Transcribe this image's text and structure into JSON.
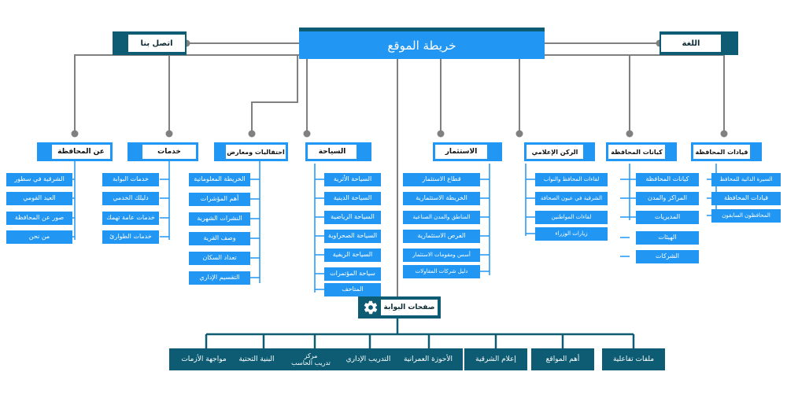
{
  "title": {
    "label": "خريطة الموقع"
  },
  "corner": {
    "contact": {
      "label": "اتصل بنا"
    },
    "language": {
      "label": "اللغة"
    }
  },
  "sections": [
    {
      "id": "about",
      "label": "عن المحافظة",
      "items": [
        "الشرقية في سطور",
        "العيد القومي",
        "صور عن المحافظة",
        "من نحن"
      ]
    },
    {
      "id": "services",
      "label": "خدمات",
      "items": [
        "خدمات البوابة",
        "دليلك الخدمي",
        "خدمات عامة تهمك",
        "خدمات الطوارئ"
      ]
    },
    {
      "id": "events",
      "label": "احتفاليات ومعارض",
      "items": [
        "الخريطة المعلوماتية",
        "أهم المؤشرات",
        "النشرات الشهرية",
        "وصف القرية",
        "تعداد السكان",
        "التقسيم الإداري"
      ]
    },
    {
      "id": "tourism",
      "label": "السياحة",
      "items": [
        "السياحة الأثرية",
        "السياحة الدينية",
        "السياحة الرياضية",
        "السياحة الصحراوية",
        "السياحة الريفية",
        "سياحة المؤتمرات",
        "المتاحف"
      ]
    },
    {
      "id": "investment",
      "label": "الاستثمار",
      "items": [
        "قطاع الاستثمار",
        "الخريطة الاستثمارية",
        "المناطق والمدن الصناعية",
        "الفرص الاستثمارية",
        "أسس ومقومات الاستثمار",
        "دليل شركات المقاولات"
      ]
    },
    {
      "id": "media",
      "label": "الركن الإعلامي",
      "items": [
        "لقاءات المحافظ والنواب",
        "الشرقية في عيون الصحافة",
        "لقاءات المواطنين",
        "زيارات الوزراء"
      ]
    },
    {
      "id": "entities",
      "label": "كيانات المحافظة",
      "items": [
        "كيانات المحافظة",
        "المراكز والمدن",
        "المديريات",
        "الهيئات",
        "الشركات"
      ]
    },
    {
      "id": "leadership",
      "label": "قيادات المحافظة",
      "items": [
        "السيرة الذاتية للمحافظ",
        "قيادات المحافظة",
        "المحافظون السابقون"
      ]
    }
  ],
  "portal": {
    "label": "صفحات البوابة",
    "icon": "gear-icon",
    "items": [
      "ملفات تفاعلية",
      "أهم المواقع",
      "إعلام الشرقية",
      "الأحوزة العمرانية",
      "التدريب الإداري",
      "مركز\nتدريب الحاسب",
      "البنية التحتية",
      "مواجهة الأزمات"
    ]
  },
  "colors": {
    "accent_blue": "#2196f3",
    "dark_teal": "#0d5c73",
    "connector_gray": "#808080",
    "white": "#ffffff"
  }
}
